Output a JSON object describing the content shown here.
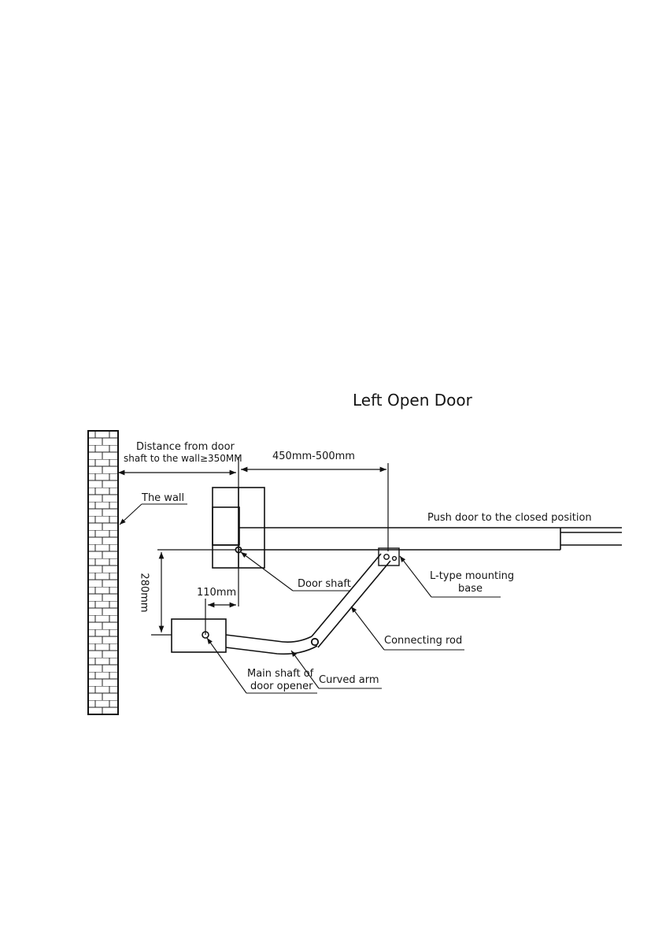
{
  "diagram": {
    "title": "Left Open Door",
    "labels": {
      "distance_line1": "Distance from door",
      "distance_line2": "shaft to the wall≥350MM",
      "arm_span": "450mm-500mm",
      "wall": "The wall",
      "push_door": "Push door to the closed position",
      "door_shaft": "Door shaft",
      "l_type_line1": "L-type mounting",
      "l_type_line2": "base",
      "vertical_dim": "280mm",
      "horizontal_dim": "110mm",
      "connecting_rod": "Connecting rod",
      "main_shaft_line1": "Main shaft of",
      "main_shaft_line2": "door opener",
      "curved_arm": "Curved arm"
    }
  }
}
